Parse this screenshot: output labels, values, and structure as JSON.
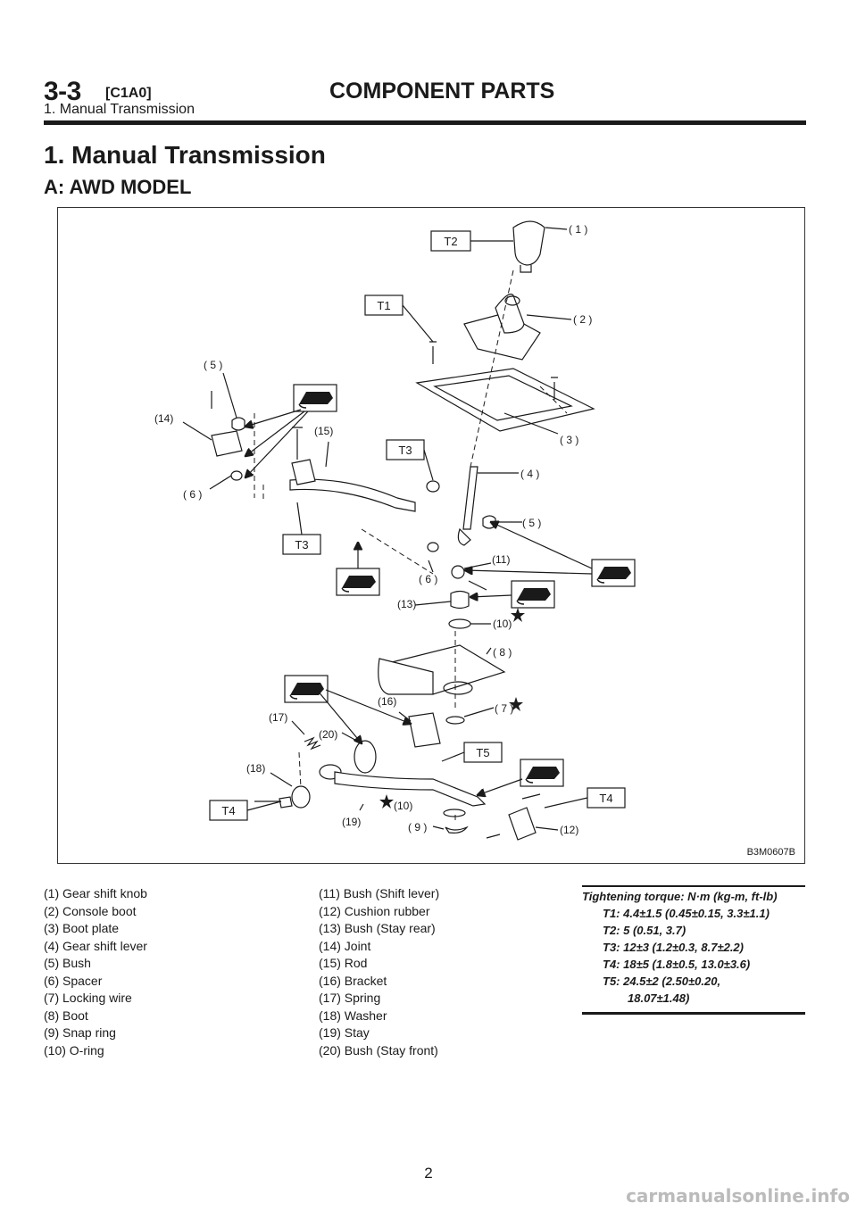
{
  "header": {
    "code": "3-3",
    "tag": "[C1A0]",
    "title": "COMPONENT PARTS",
    "subtitle": "1. Manual Transmission"
  },
  "section_title": "1. Manual Transmission",
  "subsection_title": "A: AWD MODEL",
  "figure": {
    "id": "B3M0607B",
    "callouts": {
      "c1": "( 1 )",
      "c2": "( 2 )",
      "c3": "( 3 )",
      "c4": "( 4 )",
      "c5a": "( 5 )",
      "c5b": "( 5 )",
      "c6a": "( 6 )",
      "c6b": "( 6 )",
      "c7": "( 7 )",
      "c8": "( 8 )",
      "c9": "( 9 )",
      "c10a": "(10)",
      "c10b": "(10)",
      "c11": "(11)",
      "c12": "(12)",
      "c13": "(13)",
      "c14": "(14)",
      "c15": "(15)",
      "c16": "(16)",
      "c17": "(17)",
      "c18": "(18)",
      "c19": "(19)",
      "c20": "(20)"
    },
    "torque_boxes": {
      "t1": "T1",
      "t2": "T2",
      "t3a": "T3",
      "t3b": "T3",
      "t4a": "T4",
      "t4b": "T4",
      "t5": "T5"
    }
  },
  "legend": {
    "left": [
      "(1) Gear shift knob",
      "(2) Console boot",
      "(3) Boot plate",
      "(4) Gear shift lever",
      "(5) Bush",
      "(6) Spacer",
      "(7) Locking wire",
      "(8) Boot",
      "(9) Snap ring",
      "(10) O-ring"
    ],
    "right": [
      "(11) Bush (Shift lever)",
      "(12) Cushion rubber",
      "(13) Bush (Stay rear)",
      "(14) Joint",
      "(15) Rod",
      "(16) Bracket",
      "(17) Spring",
      "(18) Washer",
      "(19) Stay",
      "(20) Bush (Stay front)"
    ]
  },
  "torque": {
    "heading": "Tightening torque: N·m (kg-m, ft-lb)",
    "t1": "T1: 4.4±1.5 (0.45±0.15, 3.3±1.1)",
    "t2": "T2: 5 (0.51, 3.7)",
    "t3": "T3: 12±3 (1.2±0.3, 8.7±2.2)",
    "t4": "T4: 18±5 (1.8±0.5, 13.0±3.6)",
    "t5_line1": "T5: 24.5±2 (2.50±0.20,",
    "t5_line2": "18.07±1.48)"
  },
  "page_number": "2",
  "footer_url": "carmanualsonline.info"
}
